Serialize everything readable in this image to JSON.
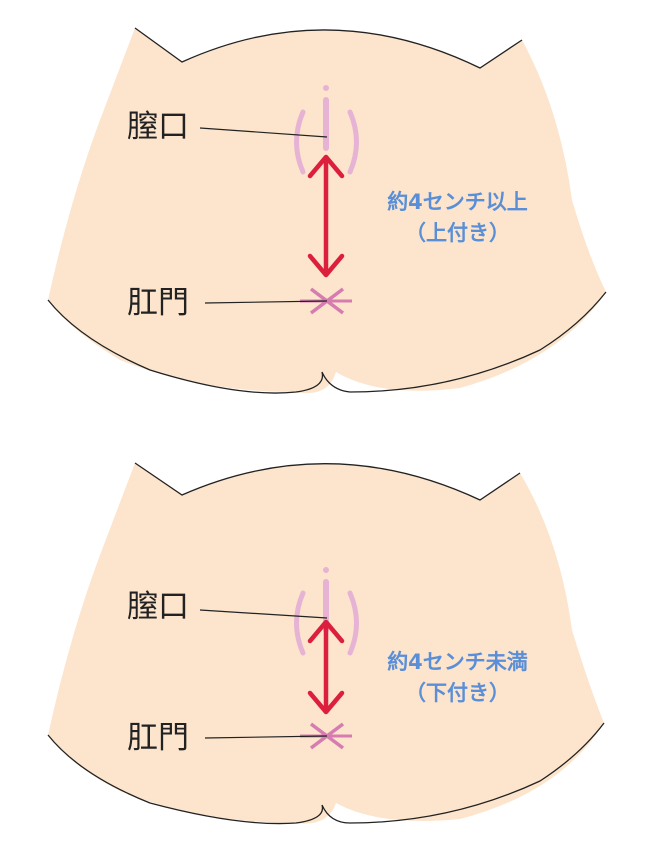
{
  "colors": {
    "skin": "#fce5cc",
    "outline": "#222222",
    "vagina_mark": "#e6b3d4",
    "anus_mark": "#d67cb0",
    "arrow": "#dc1f3c",
    "note_text": "#5a8fd8"
  },
  "panels": [
    {
      "vagina_label": "膣口",
      "anus_label": "肛門",
      "note_line1": "約4センチ以上",
      "note_line2": "（上付き）"
    },
    {
      "vagina_label": "膣口",
      "anus_label": "肛門",
      "note_line1": "約4センチ未満",
      "note_line2": "（下付き）"
    }
  ]
}
